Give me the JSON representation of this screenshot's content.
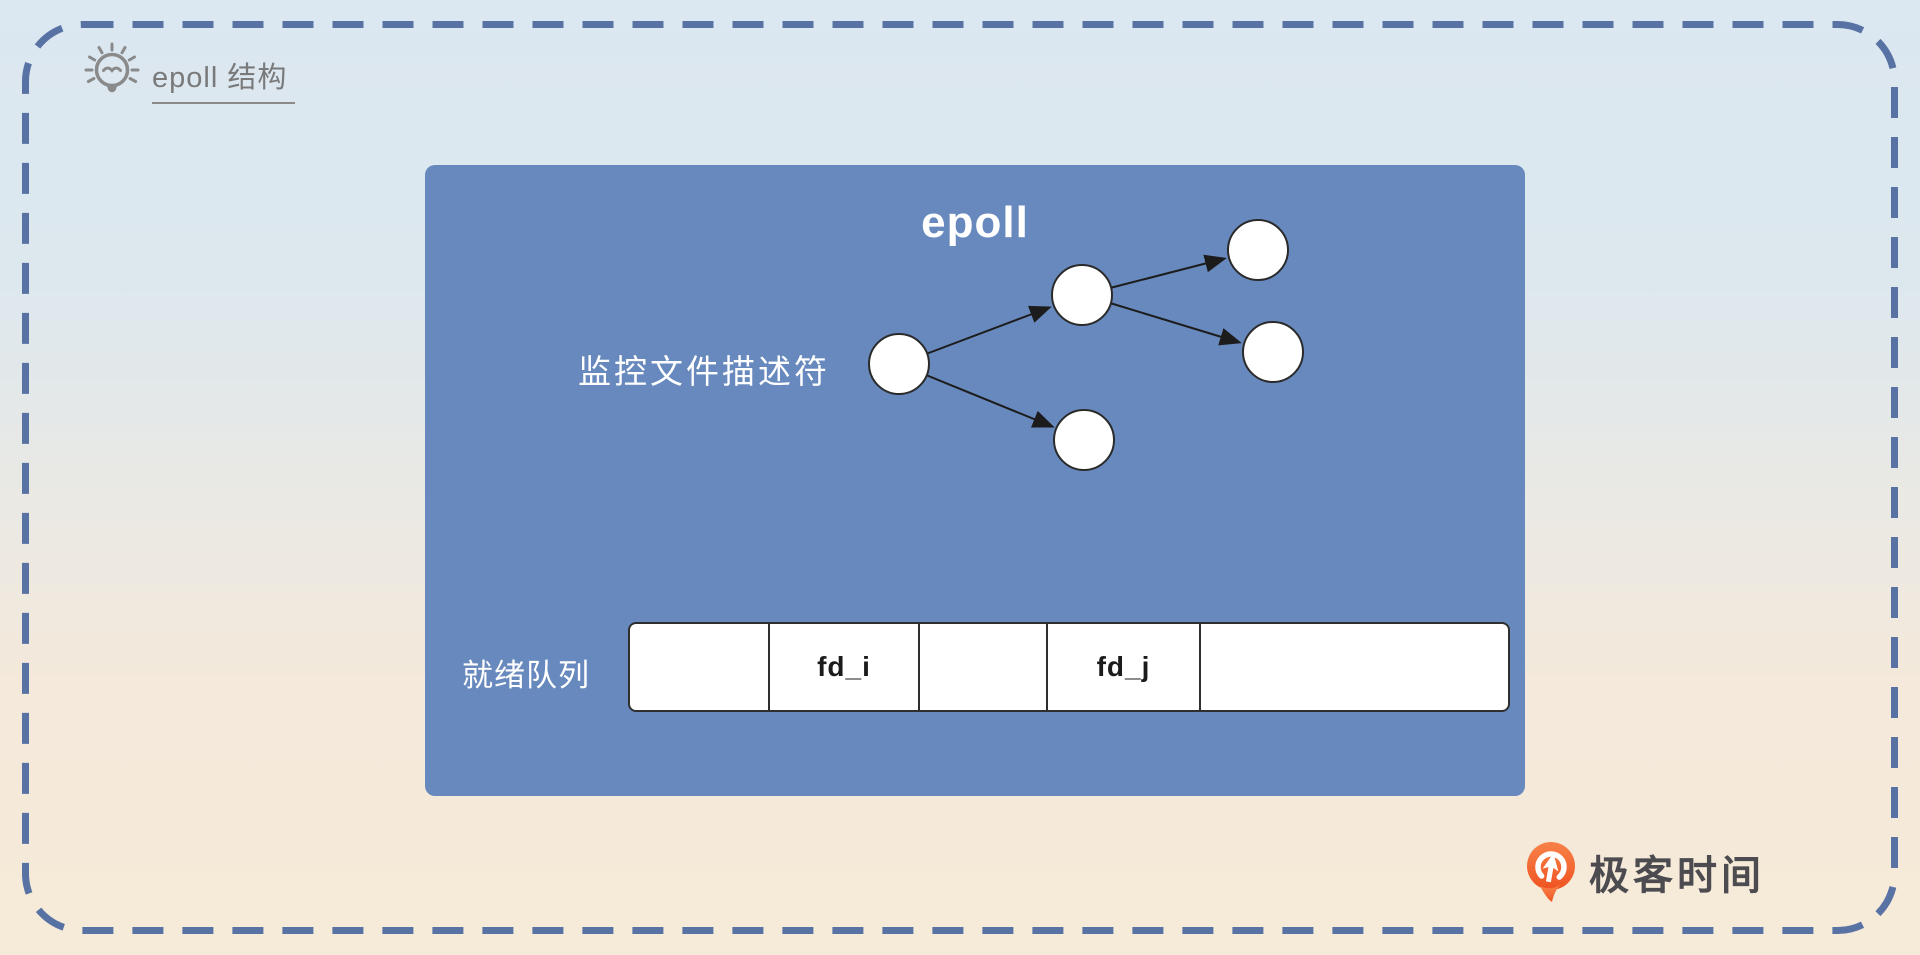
{
  "header": {
    "title": "epoll 结构"
  },
  "panel": {
    "title": "epoll",
    "monitored_label": "监控文件描述符",
    "ready_queue_label": "就绪队列",
    "ready_queue_cells": [
      {
        "label": ""
      },
      {
        "label": "fd_i"
      },
      {
        "label": ""
      },
      {
        "label": "fd_j"
      },
      {
        "label": ""
      }
    ]
  },
  "diagram": {
    "type": "tree",
    "node_count": 5,
    "edges": [
      [
        "root",
        "child-1"
      ],
      [
        "root",
        "child-2"
      ],
      [
        "child-1",
        "grandchild-1"
      ],
      [
        "child-1",
        "grandchild-2"
      ]
    ]
  },
  "branding": {
    "logo_text": "极客时间"
  },
  "colors": {
    "panel_blue": "#6889bd",
    "border_dash": "#5872a3",
    "background_top": "#dbe7f1",
    "background_bottom": "#f6ead8",
    "logo_orange": "#f1571d",
    "header_text": "#7a7a7a",
    "logo_text_color": "#4b4b50"
  }
}
